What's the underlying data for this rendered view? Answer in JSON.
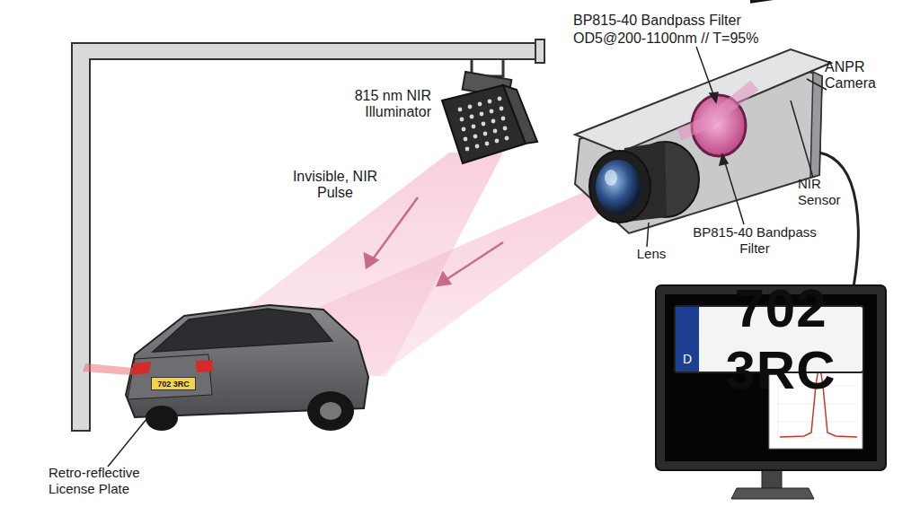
{
  "diagram": {
    "nodes": [
      {
        "text": [
          "702 3RC"
        ]
      },
      {
        "text": [
          "D",
          "702 3RC"
        ]
      }
    ],
    "labels": [
      "BP815-40 Bandpass Filter",
      "OD5@200-1100nm // T=95%",
      "815 nm NIR Illuminator",
      "Invisible, NIR Pulse",
      "ANPR Camera",
      "NIR Sensor",
      "Lens",
      "BP815-40 Bandpass Filter",
      "Retro-reflective License Plate"
    ]
  }
}
